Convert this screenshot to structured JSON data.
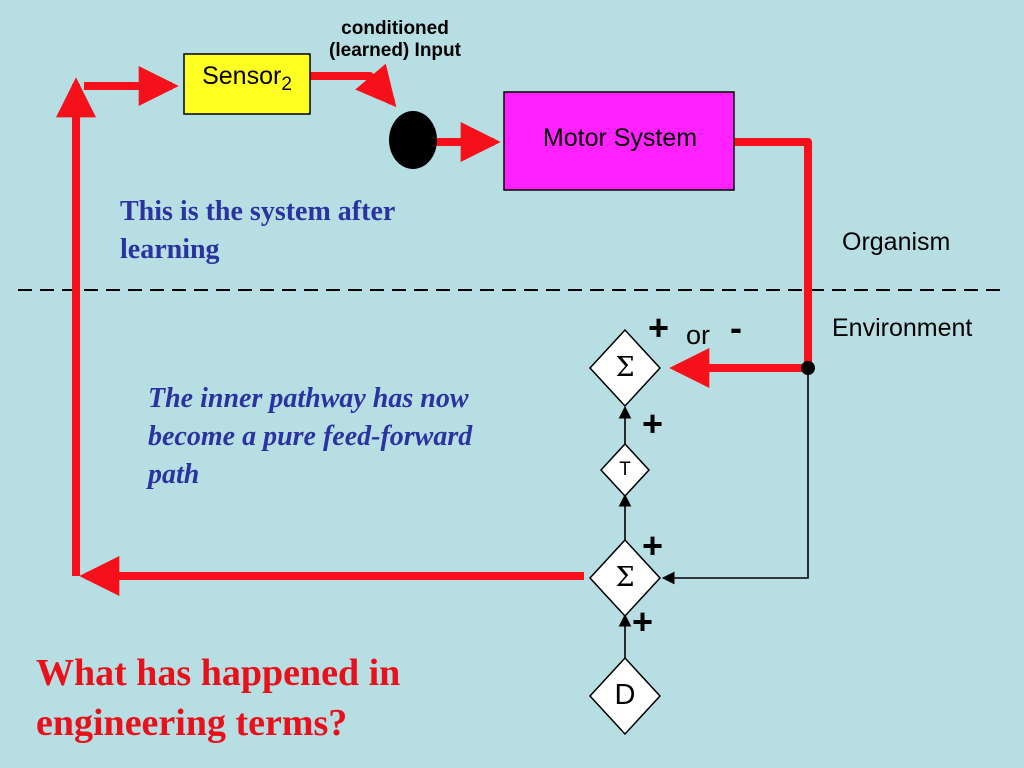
{
  "labels": {
    "conditioned_input": "conditioned\n(learned) Input",
    "sensor": "Sensor",
    "sensor_subscript": "2",
    "motor_system": "Motor System",
    "after_learning": "This is the system after learning",
    "organism": "Organism",
    "environment": "Environment",
    "inner_pathway": "The inner pathway has now become a pure feed-forward path",
    "question": "What has happened in engineering terms?"
  },
  "nodes": {
    "sum_top": "Σ",
    "sum_bottom": "Σ",
    "delay": "T",
    "disturbance": "D"
  },
  "signs": {
    "plus": "+",
    "minus": "-",
    "or": "or"
  },
  "colors": {
    "background": "#b7dfe3",
    "sensor_fill": "#ffff22",
    "motor_fill": "#ff22ff",
    "signal_red": "#f5101a",
    "text_blue": "#2a33a0",
    "question_red": "#e8101a"
  }
}
